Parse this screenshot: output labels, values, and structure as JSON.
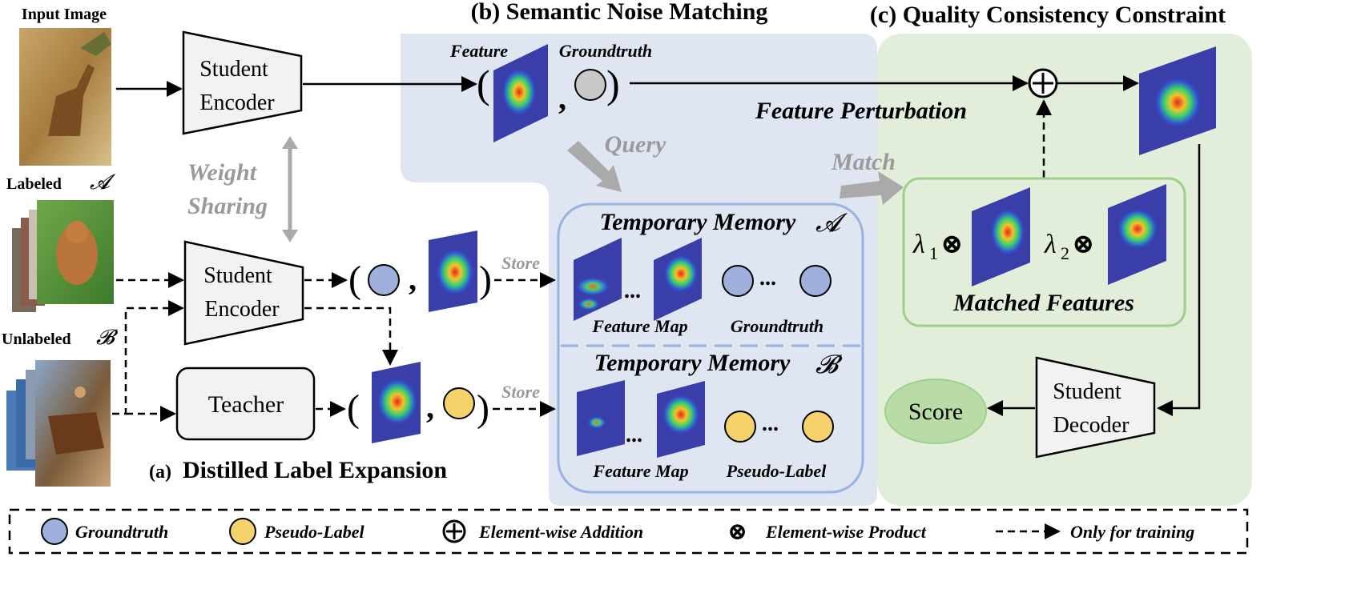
{
  "sections": {
    "a": "(a)",
    "a_title": "Distilled Label Expansion",
    "b": "(b) Semantic Noise Matching",
    "c": "(c) Quality Consistency Constraint"
  },
  "left": {
    "input_image": "Input Image",
    "labeled": "Labeled",
    "labeled_symbol": "𝓐",
    "unlabeled": "Unlabeled",
    "unlabeled_symbol": "𝓑",
    "weight_sharing_1": "Weight",
    "weight_sharing_2": "Sharing"
  },
  "blocks": {
    "student_encoder_1": [
      "Student",
      "Encoder"
    ],
    "student_encoder_2": [
      "Student",
      "Encoder"
    ],
    "teacher": "Teacher",
    "student_decoder": [
      "Student",
      "Decoder"
    ],
    "score": "Score"
  },
  "tuple": {
    "feature": "Feature",
    "groundtruth": "Groundtruth",
    "open": "(",
    "close": ")",
    "comma": ","
  },
  "annotations": {
    "feature_perturbation": "Feature Perturbation",
    "query": "Query",
    "match": "Match",
    "store_1": "Store",
    "store_2": "Store"
  },
  "memory_a": {
    "title": "Temporary Memory",
    "symbol": "𝓐",
    "feature_map": "Feature Map",
    "dots": "...",
    "label": "Groundtruth"
  },
  "memory_b": {
    "title": "Temporary Memory",
    "symbol": "𝓑",
    "feature_map": "Feature Map",
    "dots": "...",
    "label": "Pseudo-Label"
  },
  "matched": {
    "title": "Matched Features",
    "lambda1": "λ",
    "lambda1_sub": "1",
    "lambda2": "λ",
    "lambda2_sub": "2",
    "otimes": "⊗",
    "oplus": "⊕"
  },
  "legend": {
    "groundtruth": "Groundtruth",
    "pseudo_label": "Pseudo-Label",
    "addition": "Element-wise Addition",
    "product": "Element-wise Product",
    "training": "Only for training"
  },
  "colors": {
    "blue_panel": "#dfe6f1",
    "green_panel": "#e3eeda",
    "gt_circle": "#9fb0dd",
    "pseudo_circle": "#f6d36a",
    "gray_circle": "#c8c8c8",
    "heat_bg": "#3a3ea8",
    "green_border": "#9dd08a",
    "memory_border": "#9ab2e0",
    "score_fill": "#b9dca6",
    "gray_text": "#9a9a9a"
  }
}
